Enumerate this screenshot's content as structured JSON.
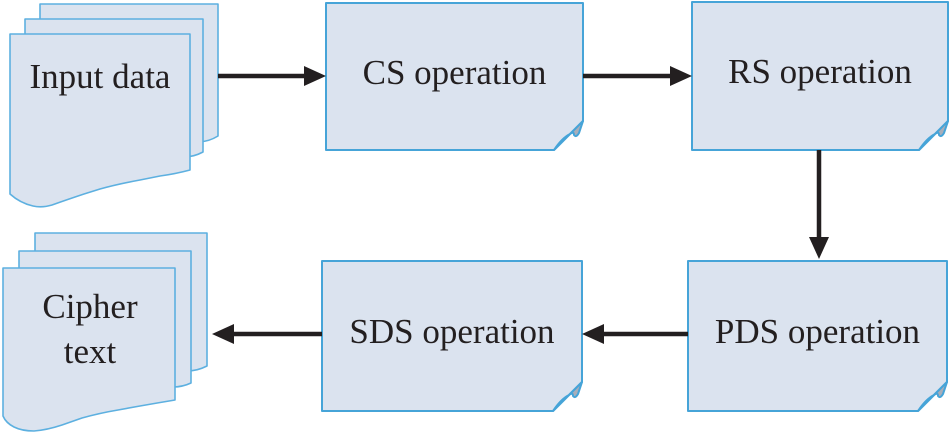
{
  "diagram": {
    "type": "flowchart",
    "description": "Encryption process flow from input data through CS, RS, PDS and SDS operations to cipher text",
    "nodes": [
      {
        "id": "input-data",
        "label": "Input data",
        "shape": "multi-document",
        "position": "top-left"
      },
      {
        "id": "cs-operation",
        "label": "CS operation",
        "shape": "folded-corner-box",
        "position": "top-center"
      },
      {
        "id": "rs-operation",
        "label": "RS operation",
        "shape": "folded-corner-box",
        "position": "top-right"
      },
      {
        "id": "pds-operation",
        "label": "PDS operation",
        "shape": "folded-corner-box",
        "position": "bottom-right"
      },
      {
        "id": "sds-operation",
        "label": "SDS operation",
        "shape": "folded-corner-box",
        "position": "bottom-center"
      },
      {
        "id": "cipher-text",
        "label": "Cipher text",
        "shape": "multi-document",
        "position": "bottom-left"
      }
    ],
    "edges": [
      {
        "from": "input-data",
        "to": "cs-operation",
        "direction": "right"
      },
      {
        "from": "cs-operation",
        "to": "rs-operation",
        "direction": "right"
      },
      {
        "from": "rs-operation",
        "to": "pds-operation",
        "direction": "down"
      },
      {
        "from": "pds-operation",
        "to": "sds-operation",
        "direction": "left"
      },
      {
        "from": "sds-operation",
        "to": "cipher-text",
        "direction": "left"
      }
    ],
    "colors": {
      "node_fill": "#dbe3ef",
      "box_border": "#46a4d8",
      "page_border": "#5db0e0",
      "fold_fill": "#a8aeba",
      "arrow": "#231f20",
      "text": "#231f20",
      "background": "#ffffff"
    }
  }
}
